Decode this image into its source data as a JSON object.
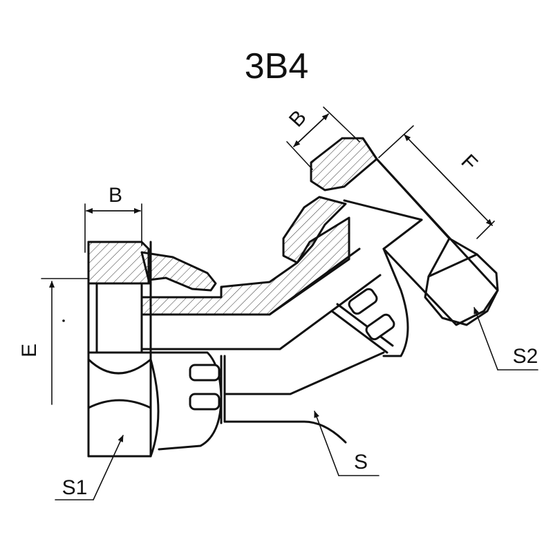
{
  "title": "3B4",
  "labels": {
    "b_left": "B",
    "b_top": "B",
    "f": "F",
    "e": "E",
    "s1": "S1",
    "s2": "S2",
    "s": "S"
  }
}
